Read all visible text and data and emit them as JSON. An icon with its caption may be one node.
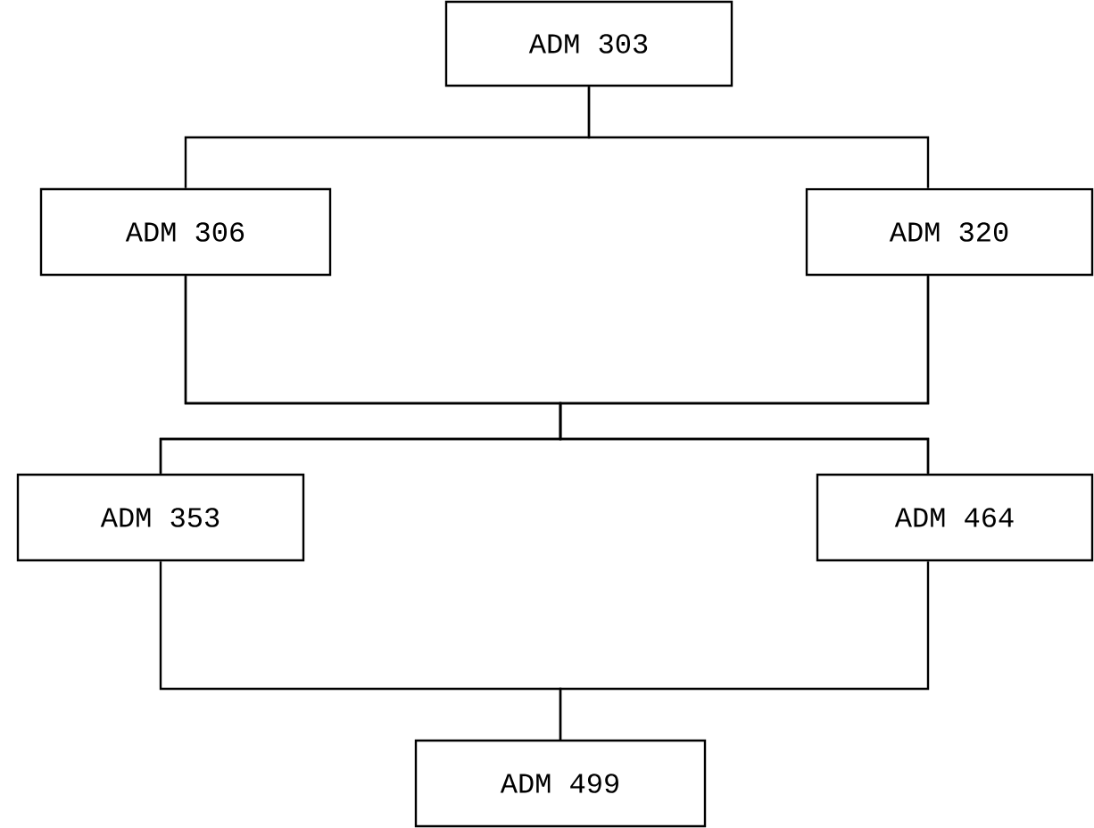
{
  "diagram": {
    "nodes": [
      {
        "text": [
          "ADM 303"
        ]
      },
      {
        "text": [
          "ADM 306"
        ]
      },
      {
        "text": [
          "ADM 320"
        ]
      },
      {
        "text": [
          "ADM 353"
        ]
      },
      {
        "text": [
          "ADM 464"
        ]
      },
      {
        "text": [
          "ADM 499"
        ]
      }
    ],
    "edges": [
      {
        "from": 0,
        "to": 1,
        "arrow": "none"
      },
      {
        "from": 0,
        "to": 2,
        "arrow": "none"
      },
      {
        "from": 1,
        "to": 3,
        "arrow": "none"
      },
      {
        "from": 1,
        "to": 4,
        "arrow": "none"
      },
      {
        "from": 2,
        "to": 3,
        "arrow": "none"
      },
      {
        "from": 2,
        "to": 4,
        "arrow": "none"
      },
      {
        "from": 3,
        "to": 5,
        "arrow": "none"
      },
      {
        "from": 4,
        "to": 5,
        "arrow": "none"
      }
    ]
  }
}
